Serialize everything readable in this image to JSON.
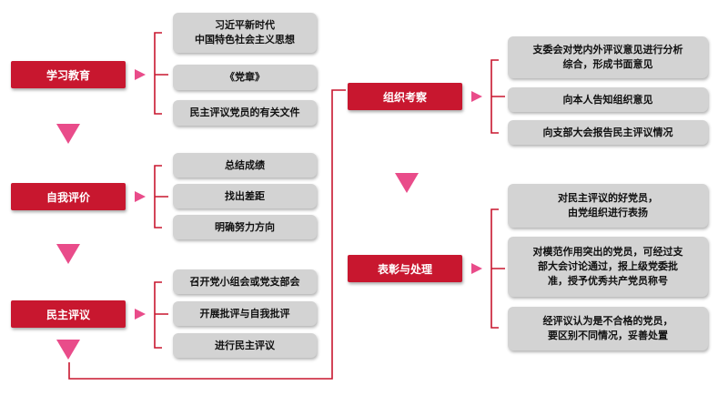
{
  "colors": {
    "stage": "#c8172f",
    "item": "#d3d3d3",
    "arrow": "#e94c8a",
    "line": "#c8172f"
  },
  "left": [
    {
      "stage": "学习教育",
      "items": [
        "习近平新时代\n中国特色社会主义思想",
        "《党章》",
        "民主评议党员的有关文件"
      ]
    },
    {
      "stage": "自我评价",
      "items": [
        "总结成绩",
        "找出差距",
        "明确努力方向"
      ]
    },
    {
      "stage": "民主评议",
      "items": [
        "召开党小组会或党支部会",
        "开展批评与自我批评",
        "进行民主评议"
      ]
    }
  ],
  "right": [
    {
      "stage": "组织考察",
      "items": [
        "支委会对党内外评议意见进行分析\n综合，形成书面意见",
        "向本人告知组织意见",
        "向支部大会报告民主评议情况"
      ]
    },
    {
      "stage": "表彰与处理",
      "items": [
        "对民主评议的好党员，\n由党组织进行表扬",
        "对模范作用突出的党员，可经过支\n部大会讨论通过，报上级党委批\n准，授予优秀共产党员称号",
        "经评议认为是不合格的党员，\n要区别不同情况，妥善处置"
      ]
    }
  ],
  "icons": {
    "flow_arrow": "pink-right-triangle-icon",
    "down_arrow": "pink-down-triangle-icon"
  }
}
